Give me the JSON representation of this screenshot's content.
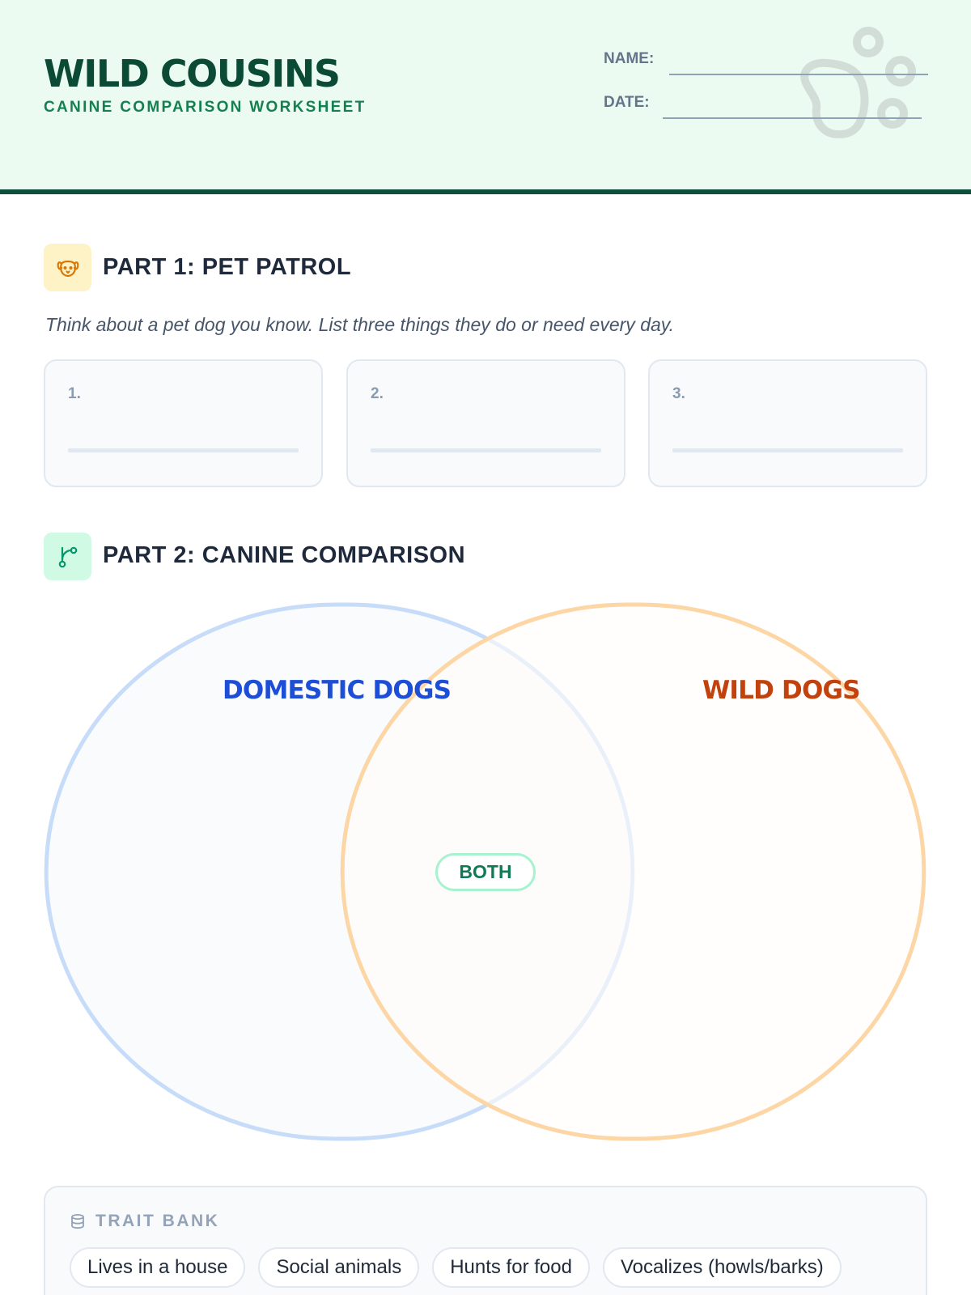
{
  "header": {
    "title": "WILD COUSINS",
    "subtitle": "CANINE COMPARISON WORKSHEET",
    "name_label": "NAME:",
    "date_label": "DATE:"
  },
  "part1": {
    "title": "PART 1: PET PATROL",
    "icon": "dog-face-icon",
    "instructions": "Think about a pet dog you know. List three things they do or need every day.",
    "answers": [
      {
        "number": "1.",
        "value": ""
      },
      {
        "number": "2.",
        "value": ""
      },
      {
        "number": "3.",
        "value": ""
      }
    ]
  },
  "part2": {
    "title": "PART 2: CANINE COMPARISON",
    "icon": "branch-icon",
    "venn": {
      "left_label": "DOMESTIC DOGS",
      "right_label": "WILD DOGS",
      "center_label": "BOTH",
      "left_color": "#1d4ed8",
      "right_color": "#c2410c",
      "center_color": "#0f7a55"
    }
  },
  "trait_bank": {
    "title": "TRAIT BANK",
    "icon": "database-icon",
    "traits": [
      "Lives in a house",
      "Social animals",
      "Hunts for food",
      "Vocalizes (howls/barks)"
    ]
  },
  "colors": {
    "header_bg": "#ebfbf2",
    "accent": "#0f4f3b"
  }
}
